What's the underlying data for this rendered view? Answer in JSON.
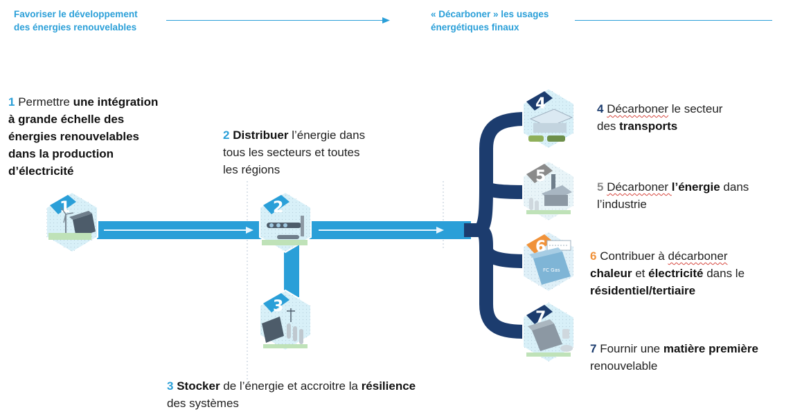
{
  "header": {
    "left": {
      "line1": "Favoriser le développement",
      "line2": "des énergies renouvelables"
    },
    "right": {
      "line1": "« Décarboner » les usages",
      "line2": "énergétiques finaux"
    }
  },
  "colors": {
    "accent_blue": "#2a9fd8",
    "navy": "#1c3c6e",
    "grey": "#8a8a8a",
    "orange": "#f0923a",
    "wavy_underline": "#d6453d"
  },
  "steps": [
    {
      "number": "1",
      "text_parts": [
        "Permettre ",
        "une intégration",
        "à grande échelle des",
        "énergies renouvelables",
        "dans la production",
        "d’électricité"
      ],
      "icon": "wind-turbine-electrolyser-icon"
    },
    {
      "number": "2",
      "text_parts": [
        "Distribuer",
        " l’énergie dans",
        "tous les secteurs et toutes",
        "les régions"
      ],
      "icon": "gas-network-icon"
    },
    {
      "number": "3",
      "text_parts": [
        "Stocker",
        " de l’énergie et accroitre la ",
        "résilience",
        "des systèmes"
      ],
      "icon": "storage-icon"
    },
    {
      "number": "4",
      "text_parts": [
        "Décarboner",
        " le secteur",
        "des ",
        "transports"
      ],
      "icon": "transport-station-icon"
    },
    {
      "number": "5",
      "text_parts": [
        "Décarboner ",
        " l’énergie",
        " dans",
        "l’industrie"
      ],
      "icon": "industry-icon"
    },
    {
      "number": "6",
      "text_parts": [
        "Contribuer à ",
        "décarboner",
        "chaleur",
        " et ",
        "électricité",
        " dans le",
        "résidentiel/tertiaire"
      ],
      "icon": "building-heating-icon",
      "icon_label": "FC Gas"
    },
    {
      "number": "7",
      "text_parts": [
        "Fournir une ",
        "matière première",
        "renouvelable"
      ],
      "icon": "feedstock-plant-icon"
    }
  ]
}
